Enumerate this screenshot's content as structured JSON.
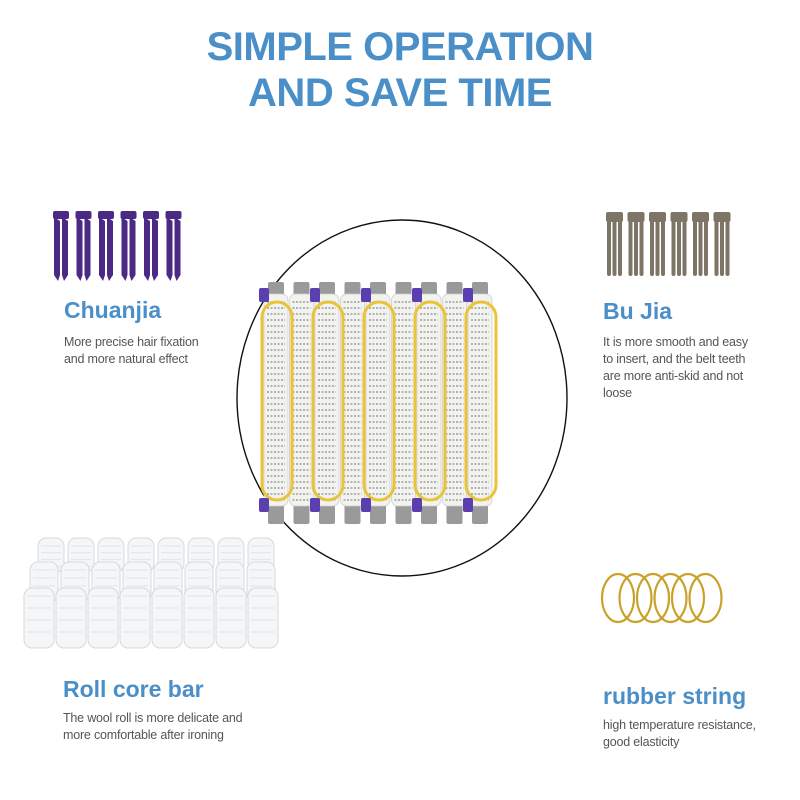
{
  "headline": {
    "line1": "SIMPLE OPERATION",
    "line2": "AND SAVE TIME"
  },
  "features": {
    "chuanjia": {
      "title": "Chuanjia",
      "desc_lines": [
        "More precise hair fixation",
        "and more natural effect"
      ],
      "icon": "purple-clips-icon",
      "color": "#4b2a86"
    },
    "bujia": {
      "title": "Bu Jia",
      "desc_lines": [
        "It is more smooth and easy",
        "to insert, and the belt teeth",
        "are more anti-skid and not",
        "loose"
      ],
      "icon": "gray-clips-icon",
      "color": "#7d7566"
    },
    "roll_core": {
      "title": "Roll core bar",
      "desc_lines": [
        "The wool roll is more delicate and",
        "more comfortable after ironing"
      ],
      "icon": "white-rollers-icon"
    },
    "rubber": {
      "title": "rubber string",
      "desc_lines": [
        "high temperature resistance,",
        "good elasticity"
      ],
      "icon": "rubber-bands-icon",
      "color": "#c9a22a"
    }
  },
  "center_image": {
    "icon": "roller-set-photo"
  },
  "colors": {
    "accent": "#4a8fc7",
    "text": "#555555"
  }
}
